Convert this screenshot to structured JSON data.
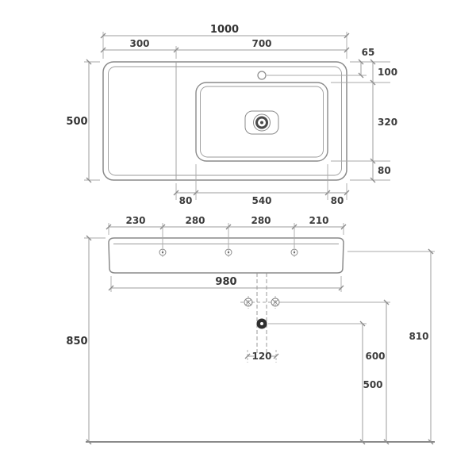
{
  "drawing": {
    "top_view": {
      "overall_width": "1000",
      "left_section_width": "300",
      "right_section_width": "700",
      "overall_depth": "500",
      "tap_hole_offset": "65",
      "basin_front_offset": "100",
      "basin_depth": "320",
      "basin_rear_offset": "80",
      "basin_left_inset": "80",
      "basin_width": "540",
      "basin_right_inset": "80"
    },
    "front_view": {
      "hole_offset_left": "230",
      "hole_spacing_left": "280",
      "hole_spacing_right": "280",
      "hole_offset_right": "210",
      "body_width": "980",
      "overall_height": "850",
      "hole_height": "810",
      "trap_height": "600",
      "drain_height": "500",
      "drain_width": "120"
    },
    "colors": {
      "outline": "#8a8a8a",
      "dimension": "#9e9e9e",
      "text": "#3c3c3c"
    }
  }
}
